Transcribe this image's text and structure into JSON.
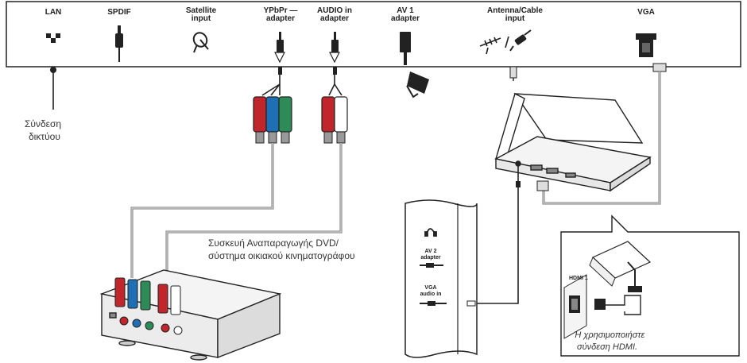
{
  "ports": [
    {
      "id": "lan",
      "label": "LAN",
      "icon": "lan-port-icon"
    },
    {
      "id": "spdif",
      "label": "SPDIF",
      "icon": "rca-plug-icon"
    },
    {
      "id": "satellite",
      "label_line1": "Satellite",
      "label_line2": "input",
      "icon": "satellite-dish-icon"
    },
    {
      "id": "ypbpr",
      "label_line1": "YPbPr —",
      "label_line2": "adapter",
      "icon": "mini-jack-icon"
    },
    {
      "id": "audio_in",
      "label_line1": "AUDIO in",
      "label_line2": "adapter",
      "icon": "mini-jack-icon"
    },
    {
      "id": "av1",
      "label_line1": "AV 1",
      "label_line2": "adapter",
      "icon": "scart-plug-icon"
    },
    {
      "id": "antenna",
      "label_line1": "Antenna/Cable",
      "label_line2": "input",
      "icon": "antenna-icon"
    },
    {
      "id": "vga",
      "label": "VGA",
      "icon": "vga-plug-icon"
    }
  ],
  "annotations": {
    "network_line1": "Σύνδεση",
    "network_line2": "δικτύου",
    "dvd_line1": "Συσκευή Αναπαραγωγής DVD/",
    "dvd_line2": "σύστημα οικιακού κινηματογράφου",
    "hdmi_line1": "Ή χρησιμοποιήστε",
    "hdmi_line2": "σύνδεση HDMI."
  },
  "side_panel": {
    "av2_line1": "AV 2",
    "av2_line2": "adapter",
    "vga_audio_line1": "VGA",
    "vga_audio_line2": "audio in"
  },
  "laptop_ports": {
    "hdmi_label": "HDMI 1"
  },
  "colors": {
    "y": "#2e8b57",
    "pb": "#1f6fb5",
    "pr": "#c0262c",
    "audio_l": "#ffffff",
    "audio_r": "#c0262c",
    "cable_grey": "#7a7a7a"
  }
}
